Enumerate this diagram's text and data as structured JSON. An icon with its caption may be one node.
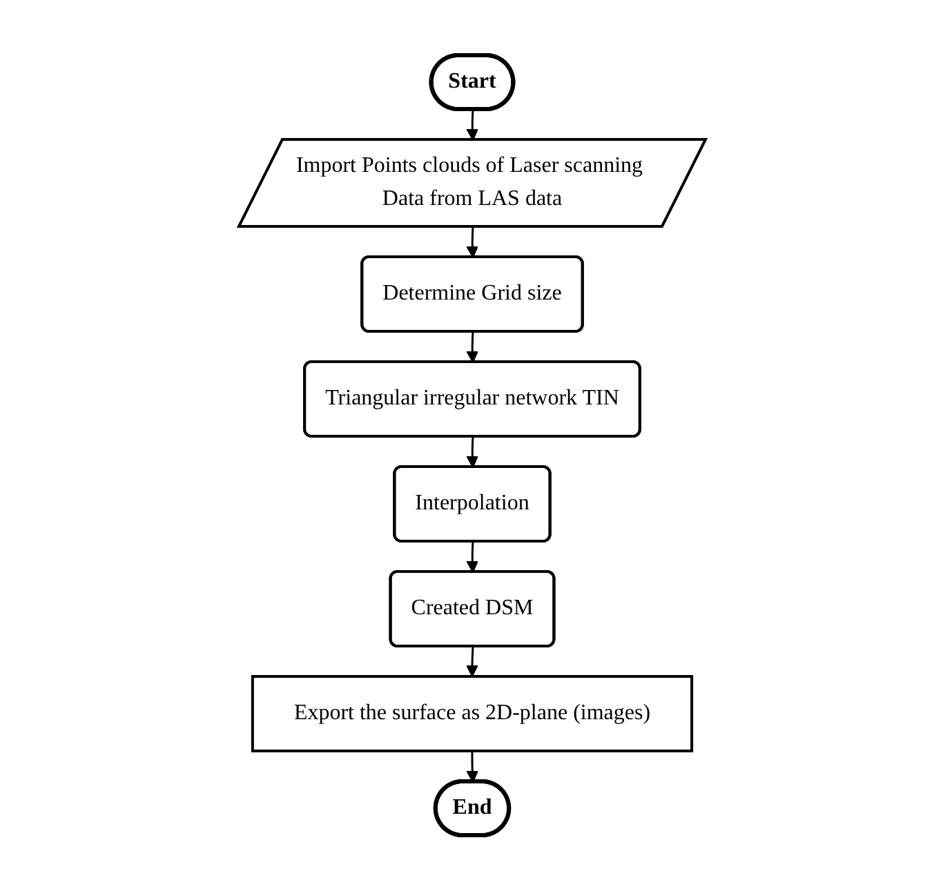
{
  "diagram": {
    "nodes": [
      {
        "text": [
          "Start"
        ]
      },
      {
        "text": [
          "Import Points clouds of Laser scanning Data from LAS data"
        ]
      },
      {
        "text": [
          "Determine Grid size"
        ]
      },
      {
        "text": [
          "Triangular irregular network TIN"
        ]
      },
      {
        "text": [
          "Interpolation"
        ]
      },
      {
        "text": [
          "Created DSM"
        ]
      },
      {
        "text": [
          "Export the surface as 2D-plane (images)"
        ]
      },
      {
        "text": [
          "End"
        ]
      }
    ],
    "edges": [
      {
        "from": 0,
        "to": 1,
        "arrow": "to"
      },
      {
        "from": 1,
        "to": 2,
        "arrow": "to"
      },
      {
        "from": 2,
        "to": 3,
        "arrow": "to"
      },
      {
        "from": 3,
        "to": 4,
        "arrow": "to"
      },
      {
        "from": 4,
        "to": 5,
        "arrow": "to"
      },
      {
        "from": 5,
        "to": 6,
        "arrow": "to"
      },
      {
        "from": 6,
        "to": 7,
        "arrow": "to"
      }
    ]
  }
}
